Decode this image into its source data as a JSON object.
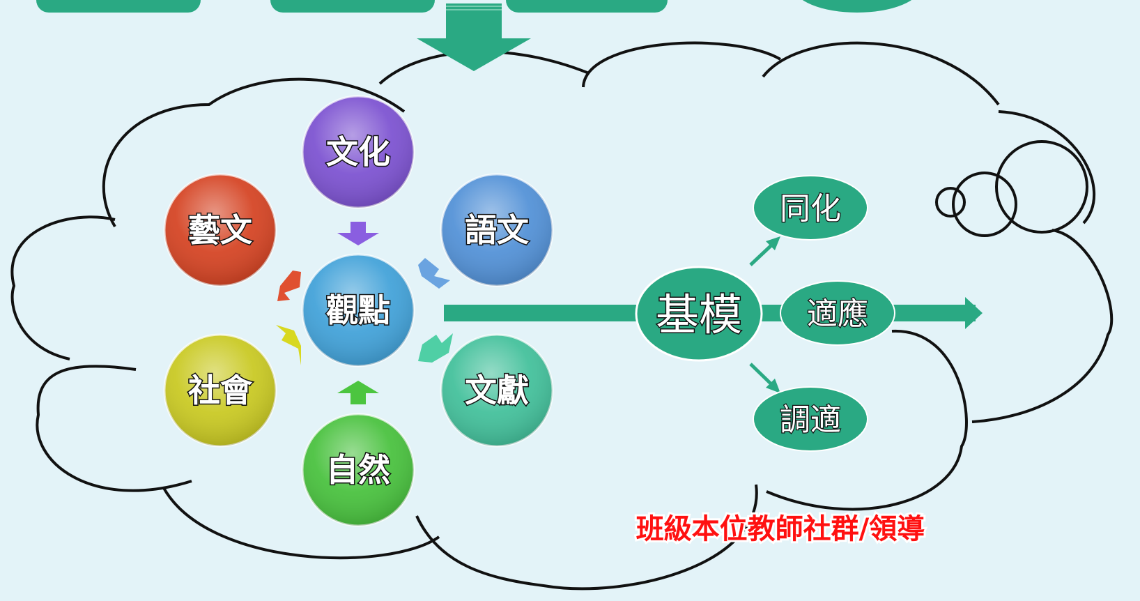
{
  "center": {
    "label": "觀點",
    "color": "#3ea0d8"
  },
  "petals": [
    {
      "id": "culture",
      "label": "文化",
      "color": "#7a4fd0",
      "arrow": "#8a5ee0"
    },
    {
      "id": "language",
      "label": "語文",
      "color": "#4f8fd6",
      "arrow": "#6aa3e0"
    },
    {
      "id": "literature",
      "label": "文獻",
      "color": "#3fbf99",
      "arrow": "#4fcfa5"
    },
    {
      "id": "nature",
      "label": "自然",
      "color": "#45c03a",
      "arrow": "#4cc53f"
    },
    {
      "id": "society",
      "label": "社會",
      "color": "#c8c81e",
      "arrow": "#d8d820"
    },
    {
      "id": "arts",
      "label": "藝文",
      "color": "#d4401f",
      "arrow": "#e05030"
    }
  ],
  "foundation": {
    "label": "基模",
    "color": "#29a880"
  },
  "outcomes": [
    {
      "id": "assimilation",
      "label": "同化"
    },
    {
      "id": "adaptation",
      "label": "適應"
    },
    {
      "id": "accommodation",
      "label": "調適"
    }
  ],
  "footer": {
    "text": "班級本位教師社群/領導"
  },
  "colors": {
    "teal": "#2aa983",
    "background": "#e3f3f8"
  }
}
